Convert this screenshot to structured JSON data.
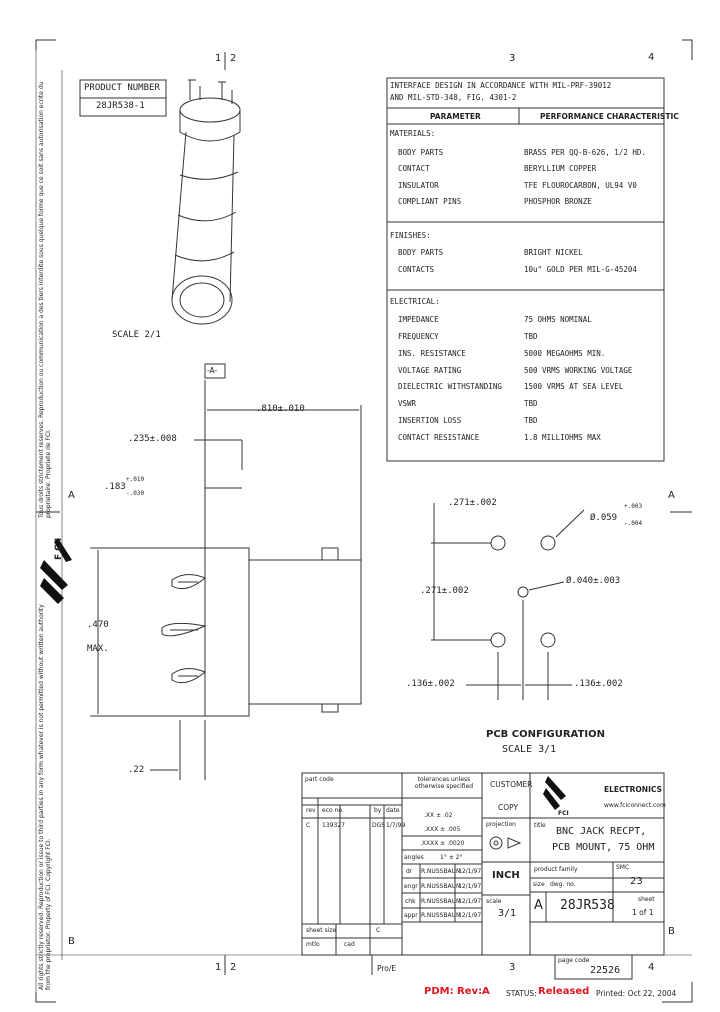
{
  "border": {
    "top_zones": [
      "1",
      "2",
      "3",
      "4"
    ],
    "bottom_zones": [
      "1",
      "2",
      "3",
      "4"
    ],
    "side_zones": [
      "A",
      "B"
    ],
    "pro_e": "Pro/E",
    "copyright_left": "All rights strictly reserved. Reproduction or issue to third parties in any form whatever is not permitted without written authority from the proprietor. Property of FCI. Copyright FCI.",
    "copyright_right": "Tous droits strictement reserves. Reproduction ou communication a des tiers interdite sous quelque forme que ce soit sans autorisation ecrite du proprietaire. Propriete de FCI."
  },
  "product": {
    "label": "PRODUCT NUMBER",
    "number": "28JR538-1"
  },
  "scale_iso": "SCALE 2/1",
  "datum_a": "-A-",
  "spec": {
    "interface": [
      "INTERFACE DESIGN IN ACCORDANCE WITH MIL-PRF-39012",
      "AND MIL-STD-348, FIG. 4301-2"
    ],
    "col_param": "PARAMETER",
    "col_perf": "PERFORMANCE CHARACTERISTIC",
    "materials": {
      "title": "MATERIALS:",
      "rows": [
        [
          "BODY PARTS",
          "BRASS PER QQ-B-626, 1/2 HD."
        ],
        [
          "CONTACT",
          "BERYLLIUM COPPER"
        ],
        [
          "INSULATOR",
          "TFE FLOUROCARBON, UL94 V0"
        ],
        [
          "COMPLIANT PINS",
          "PHOSPHOR BRONZE"
        ]
      ]
    },
    "finishes": {
      "title": "FINISHES:",
      "rows": [
        [
          "BODY PARTS",
          "BRIGHT NICKEL"
        ],
        [
          "CONTACTS",
          "10u\" GOLD PER MIL-G-45204"
        ]
      ]
    },
    "electrical": {
      "title": "ELECTRICAL:",
      "rows": [
        [
          "IMPEDANCE",
          "75 OHMS NOMINAL"
        ],
        [
          "FREQUENCY",
          "TBD"
        ],
        [
          "INS. RESISTANCE",
          "5000 MEGAOHMS MIN."
        ],
        [
          "VOLTAGE RATING",
          "500 VRMS WORKING VOLTAGE"
        ],
        [
          "DIELECTRIC WITHSTANDING",
          "1500 VRMS AT SEA LEVEL"
        ],
        [
          "VSWR",
          "TBD"
        ],
        [
          "INSERTION LOSS",
          "TBD"
        ],
        [
          "CONTACT RESISTANCE",
          "1.8 MILLIOHMS MAX"
        ]
      ]
    }
  },
  "dims": {
    "d_810": ".810±.010",
    "d_235": ".235±.008",
    "d_183": ".183",
    "d_183_tol_plus": "+.010",
    "d_183_tol_minus": "-.030",
    "d_470": ".470",
    "d_max": "MAX.",
    "d_22": ".22"
  },
  "pcb": {
    "title": "PCB CONFIGURATION",
    "scale": "SCALE 3/1",
    "d_271": ".271±.002",
    "d_059": "Ø.059",
    "d_059_plus": "+.003",
    "d_059_minus": "-.004",
    "d_040": "Ø.040±.003",
    "d_136a": ".136±.002",
    "d_136b": ".136±.002"
  },
  "title_block": {
    "cust_label": "part code",
    "tol_header": "tolerances unless otherwise specified",
    "customer": "CUSTOMER",
    "copy": "COPY",
    "electronics": "ELECTRONICS",
    "website": "www.fciconnect.com",
    "fci": "FCI",
    "rev_cols": [
      "rev",
      "eco no.",
      "by",
      "date"
    ],
    "rev_row": [
      "C",
      "139327",
      "DGS",
      "1/7/99"
    ],
    "tols": [
      ".XX ± .02",
      ".XXX ± .005",
      ".XXXX ± .0020"
    ],
    "angles_label": "angles",
    "angles_val": "1° ± 2°",
    "projection": "projection",
    "title_label": "title",
    "title1": "BNC JACK RECPT,",
    "title2": "PCB MOUNT, 75 OHM",
    "product_family": "product family",
    "dr": "dr",
    "engr": "engr",
    "chk": "chk",
    "appr": "appr",
    "names": [
      "R.NUSSBAUM",
      "R.NUSSBAUM",
      "R.NUSSBAUM",
      "R.NUSSBAUM"
    ],
    "dates": [
      "12/1/97",
      "12/1/97",
      "12/1/97",
      "12/1/97"
    ],
    "units": "INCH",
    "scale_label": "scale",
    "scale": "3/1",
    "size_label": "size",
    "size": "A",
    "dwg_label": "dwg. no.",
    "dwg": "28JR538",
    "sheet_label": "sheet",
    "sheet": "1 of 1",
    "smc": "SMC",
    "smc_val": "23",
    "sheet_size": "sheet size",
    "mtlo": "mtlo",
    "cad": "cad",
    "c_val": "C",
    "page_code_label": "page code",
    "page_code": "22526"
  },
  "footer": {
    "pdm": "PDM: Rev:A",
    "status_label": "STATUS:",
    "status": "Released",
    "printed": "Printed: Oct 22, 2004"
  },
  "colors": {
    "line": "#2a2a2a",
    "status_red": "#e0141e"
  }
}
